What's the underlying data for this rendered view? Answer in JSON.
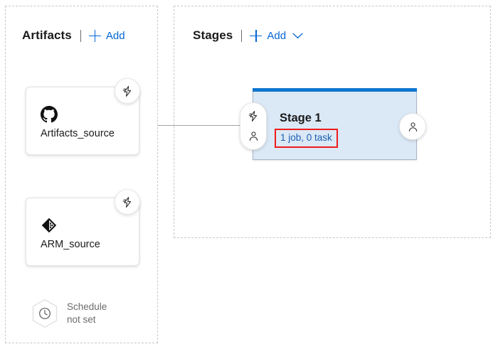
{
  "artifacts_panel": {
    "title": "Artifacts",
    "add_label": "Add",
    "add_icon": "plus-icon",
    "cards": [
      {
        "label": "Artifacts_source",
        "icon": "github-icon",
        "badge_icon": "lightning-bolt-icon"
      },
      {
        "label": "ARM_source",
        "icon": "azure-repos-git-icon",
        "badge_icon": "lightning-bolt-icon"
      }
    ],
    "schedule": {
      "icon": "clock-hexagon-icon",
      "line1": "Schedule",
      "line2": "not set"
    }
  },
  "stages_panel": {
    "title": "Stages",
    "add_label": "Add",
    "add_icon": "plus-icon",
    "chevron_icon": "chevron-down-icon",
    "stage": {
      "name": "Stage 1",
      "summary": "1 job, 0 task",
      "summary_highlighted": true,
      "pre_deployment_icons": [
        "lightning-bolt-icon",
        "person-icon"
      ],
      "post_deployment_icon": "person-icon"
    }
  },
  "colors": {
    "accent_blue": "#0366d6",
    "stage_bar_blue": "#0f76d0",
    "stage_body_blue": "#dbe8f6",
    "link_blue": "#1a5fb4",
    "highlight_red": "#ef1b1b",
    "panel_dash": "#c8c8c8",
    "muted_text": "#6b6b6b",
    "text": "#1b1b1b"
  }
}
